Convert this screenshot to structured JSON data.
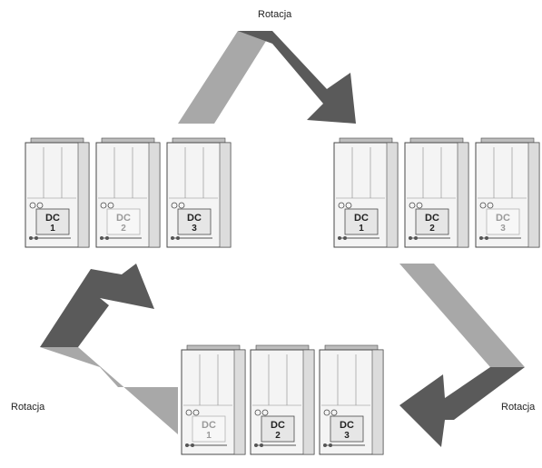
{
  "labels": {
    "top": "Rotacja",
    "left": "Rotacja",
    "right": "Rotacja"
  },
  "colors": {
    "arrow_dark": "#5a5a5a",
    "arrow_light": "#a8a8a8",
    "unit_body": "#f4f4f4",
    "unit_stroke": "#4a4a4a",
    "active_text": "#222222",
    "inactive_text": "#9a9a9a"
  },
  "groups": [
    {
      "id": "group-top-left",
      "units": [
        {
          "line1": "DC",
          "line2": "1",
          "active": true
        },
        {
          "line1": "DC",
          "line2": "2",
          "active": false
        },
        {
          "line1": "DC",
          "line2": "3",
          "active": true
        }
      ]
    },
    {
      "id": "group-top-right",
      "units": [
        {
          "line1": "DC",
          "line2": "1",
          "active": true
        },
        {
          "line1": "DC",
          "line2": "2",
          "active": true
        },
        {
          "line1": "DC",
          "line2": "3",
          "active": false
        }
      ]
    },
    {
      "id": "group-bottom",
      "units": [
        {
          "line1": "DC",
          "line2": "1",
          "active": false
        },
        {
          "line1": "DC",
          "line2": "2",
          "active": true
        },
        {
          "line1": "DC",
          "line2": "3",
          "active": true
        }
      ]
    }
  ]
}
